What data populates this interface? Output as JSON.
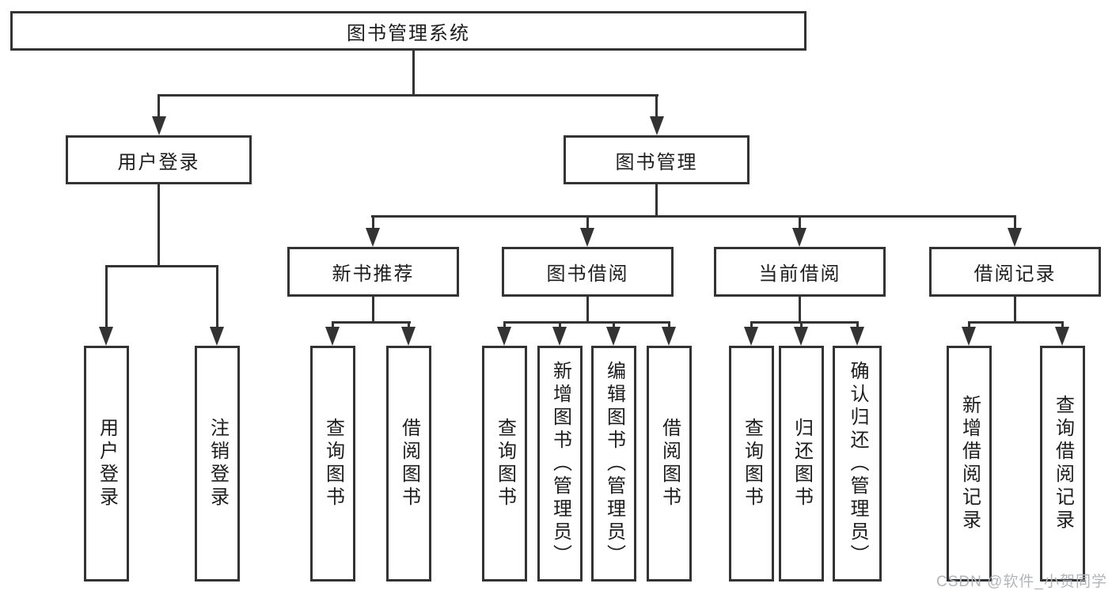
{
  "nodes": {
    "root": "图书管理系统",
    "login": {
      "label": "用户登录",
      "children": [
        "用户登录",
        "注销登录"
      ]
    },
    "management": {
      "label": "图书管理",
      "branches": [
        {
          "label": "新书推荐",
          "children": [
            "查询图书",
            "借阅图书"
          ]
        },
        {
          "label": "图书借阅",
          "children": [
            "查询图书",
            "新增图书（管理员）",
            "编辑图书（管理员）",
            "借阅图书"
          ]
        },
        {
          "label": "当前借阅",
          "children": [
            "查询图书",
            "归还图书",
            "确认归还（管理员）"
          ]
        },
        {
          "label": "借阅记录",
          "children": [
            "新增借阅记录",
            "查询借阅记录"
          ]
        }
      ]
    }
  },
  "watermark": {
    "text": "CSDN @软件_小贺同学"
  },
  "colors": {
    "line": "#333333",
    "text": "#1d1d1f",
    "watermark": "#b2b6ba",
    "background": "#ffffff"
  }
}
